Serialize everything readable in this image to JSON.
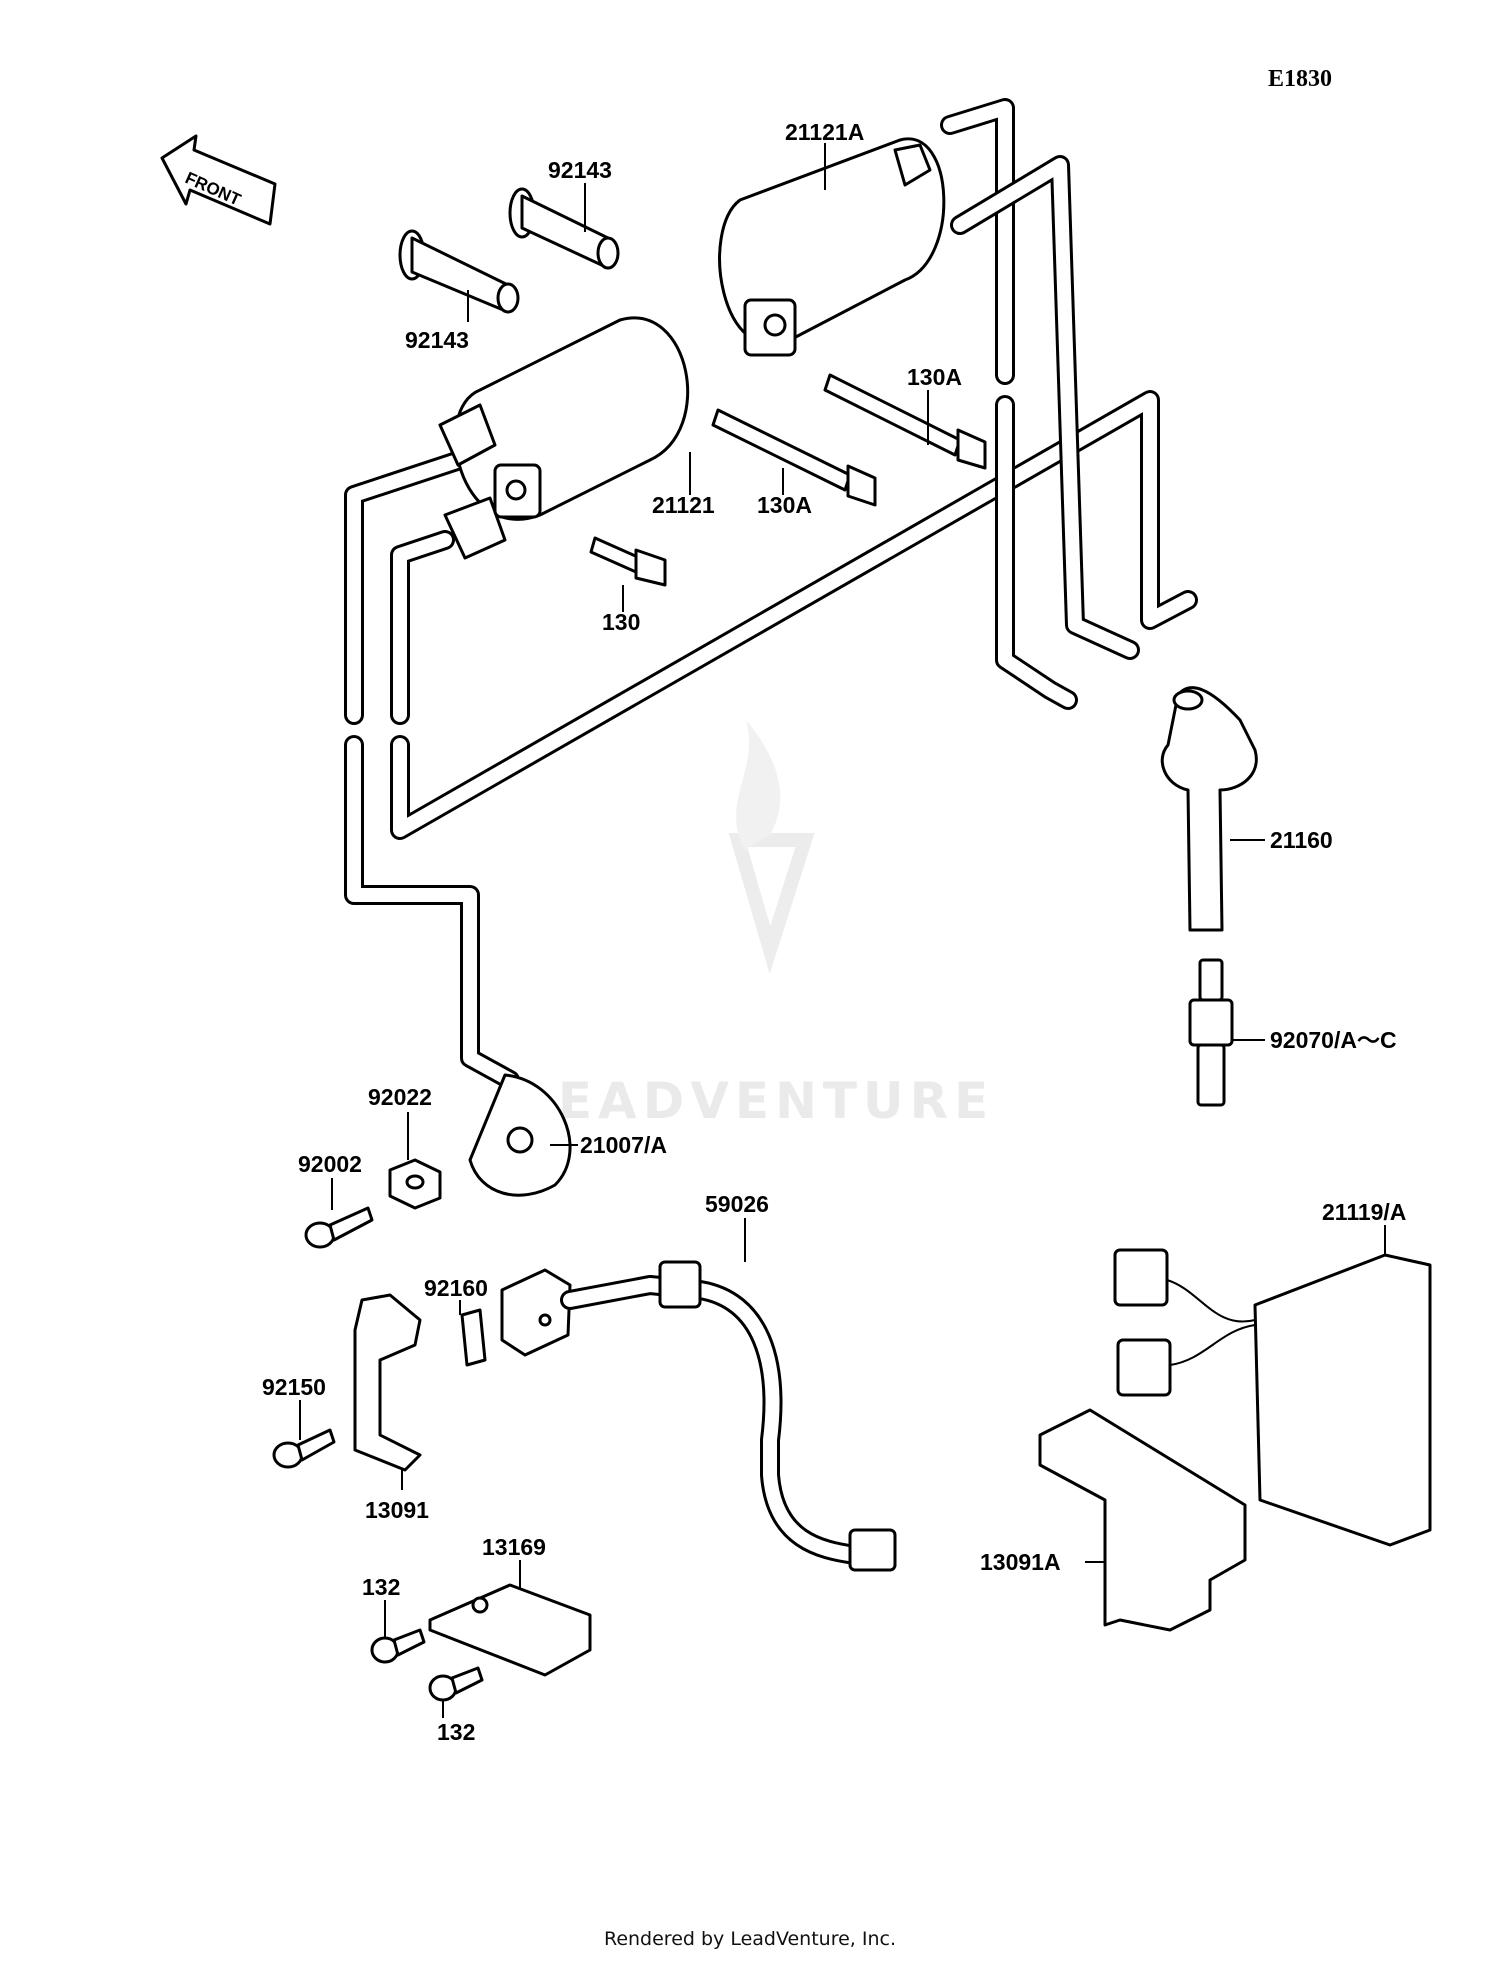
{
  "diagram_id": "E1830",
  "front_label": "FRONT",
  "watermark": "LEADVENTURE",
  "footer": "Rendered by LeadVenture, Inc.",
  "callouts": {
    "p21121A": "21121A",
    "p92143_top": "92143",
    "p92143_left": "92143",
    "p130A_right": "130A",
    "p21121": "21121",
    "p130A": "130A",
    "p130": "130",
    "p21160": "21160",
    "p92070": "92070/A～C",
    "p92022": "92022",
    "p92002": "92002",
    "p21007": "21007/A",
    "p59026": "59026",
    "p92160": "92160",
    "p92150": "92150",
    "p13091": "13091",
    "p21119": "21119/A",
    "p13169": "13169",
    "p132_top": "132",
    "p132_bottom": "132",
    "p13091A": "13091A"
  }
}
